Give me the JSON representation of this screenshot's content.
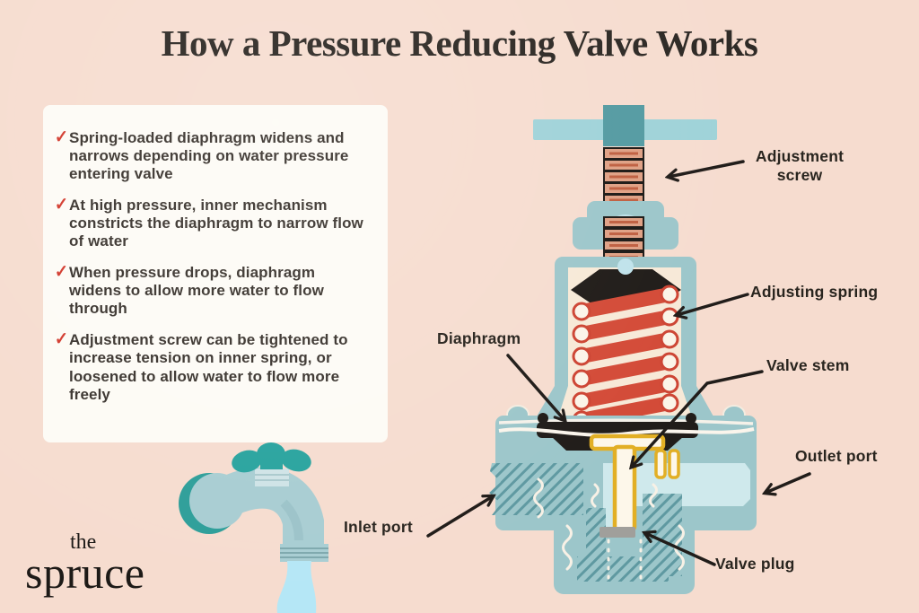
{
  "title": "How a Pressure Reducing Valve Works",
  "info_box": {
    "bullet_marker": "✓",
    "items": [
      "Spring-loaded diaphragm widens and narrows depending on water pressure entering valve",
      "At high pressure, inner mechanism constricts the diaphragm to narrow flow of water",
      "When pressure drops, diaphragm widens to allow more water to flow through",
      "Adjustment screw can be tightened to increase tension on inner spring, or loosened to allow water to flow more freely"
    ]
  },
  "labels": {
    "adjustment_screw": "Adjustment screw",
    "adjusting_spring": "Adjusting spring",
    "diaphragm": "Diaphragm",
    "valve_stem": "Valve stem",
    "outlet_port": "Outlet port",
    "inlet_port": "Inlet port",
    "valve_plug": "Valve plug"
  },
  "logo": {
    "line1": "the",
    "line2": "spruce"
  },
  "colors": {
    "background": "#f6dccf",
    "text": "#2e2a26",
    "accent_red": "#d23b2f",
    "valve_teal": "#9cc6ca",
    "handle_teal": "#9fd2d8",
    "handle_block_teal": "#549aa1",
    "screw_salmon": "#dfa084",
    "spring_red": "#d34b38",
    "stem_yellow": "#e2af25",
    "chamber_cream": "#f7e9d7",
    "channel_blue": "#cfe9ec",
    "plug_gray": "#a09f9b",
    "water_blue": "#b5e7f6",
    "faucet_teal": "#a8cdd2",
    "faucet_handle_teal": "#2aa39e"
  }
}
